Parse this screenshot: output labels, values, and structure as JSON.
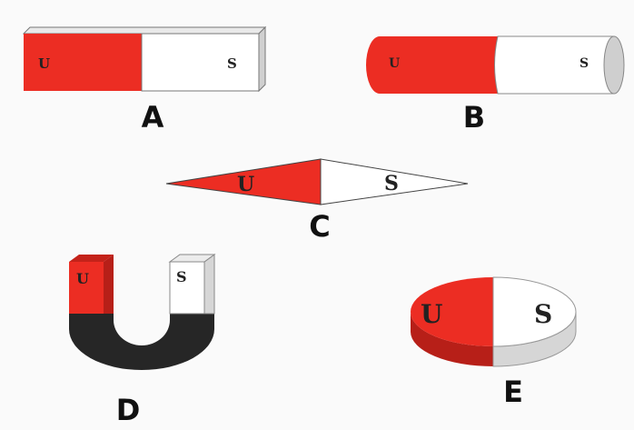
{
  "colors": {
    "north": "#ec2d23",
    "north_dark": "#b71f18",
    "south": "#ffffff",
    "south_side": "#d6d6d6",
    "bend": "#262626",
    "outline": "#555555",
    "background": "#ffffff"
  },
  "magnets": [
    {
      "id": "A",
      "shape": "bar",
      "pole_left": "U",
      "pole_right": "S",
      "caption": "A"
    },
    {
      "id": "B",
      "shape": "cylinder",
      "pole_left": "U",
      "pole_right": "S",
      "caption": "B"
    },
    {
      "id": "C",
      "shape": "rhombus",
      "pole_left": "U",
      "pole_right": "S",
      "caption": "C"
    },
    {
      "id": "D",
      "shape": "horseshoe",
      "pole_left": "U",
      "pole_right": "S",
      "caption": "D"
    },
    {
      "id": "E",
      "shape": "disc",
      "pole_left": "U",
      "pole_right": "S",
      "caption": "E"
    }
  ]
}
